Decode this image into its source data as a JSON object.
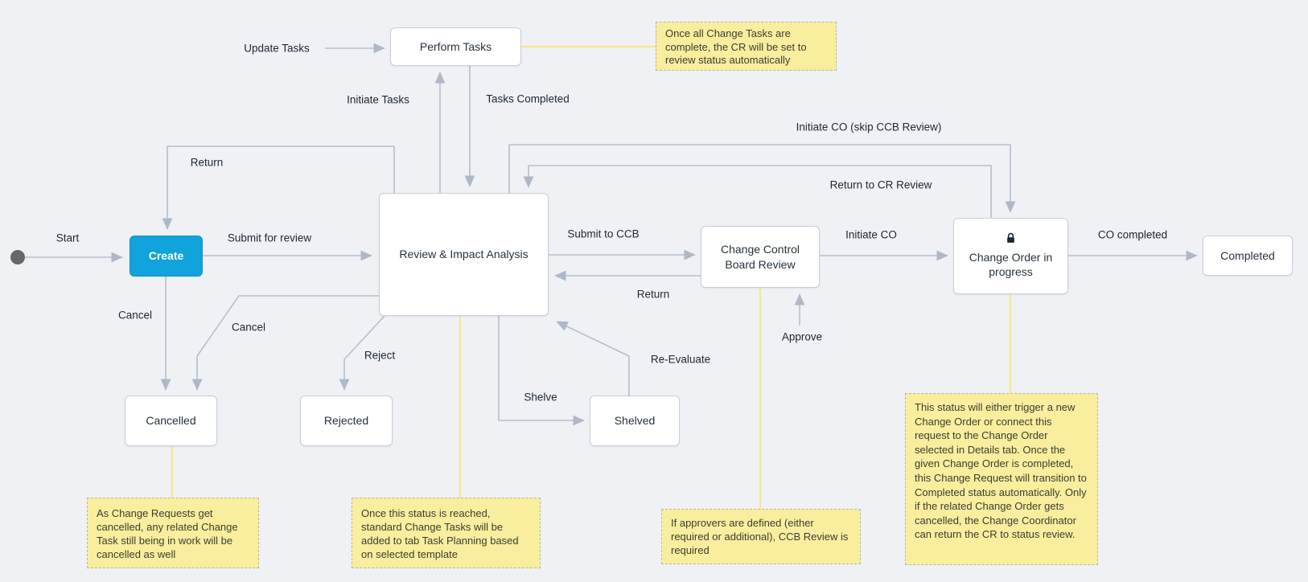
{
  "diagram_name": "change-request-workflow",
  "colors": {
    "background": "#eff1f4",
    "edge": "#b5bfcc",
    "node_fill": "#ffffff",
    "node_border": "#c8cfda",
    "node_text": "#26323e",
    "accent_node_fill": "#10a3dc",
    "note_fill": "#f8ee9e",
    "note_border": "#b6b7ae",
    "note_connector": "#f5e88d",
    "start_dot": "#676767"
  },
  "nodes": {
    "create": {
      "label": "Create"
    },
    "review": {
      "label": "Review & Impact Analysis"
    },
    "perform_tasks": {
      "label": "Perform Tasks"
    },
    "ccb_review": {
      "label": "Change Control Board Review"
    },
    "co_in_progress": {
      "label": "Change Order in progress",
      "icon": "lock-icon"
    },
    "completed": {
      "label": "Completed"
    },
    "cancelled": {
      "label": "Cancelled"
    },
    "rejected": {
      "label": "Rejected"
    },
    "shelved": {
      "label": "Shelved"
    }
  },
  "edge_labels": {
    "start": "Start",
    "submit_for_review": "Submit for review",
    "return_to_create": "Return",
    "initiate_tasks": "Initiate Tasks",
    "tasks_completed": "Tasks Completed",
    "update_tasks": "Update Tasks",
    "submit_to_ccb": "Submit to CCB",
    "return_from_ccb": "Return",
    "initiate_co": "Initiate CO",
    "co_completed": "CO completed",
    "initiate_co_skip": "Initiate CO (skip CCB Review)",
    "return_to_cr_review": "Return to CR Review",
    "approve": "Approve",
    "cancel_from_create": "Cancel",
    "cancel_from_review": "Cancel",
    "reject": "Reject",
    "shelve": "Shelve",
    "re_evaluate": "Re-Evaluate"
  },
  "notes": {
    "perform_tasks": "Once all Change Tasks are complete, the CR will be set to review status automatically",
    "cancelled": "As Change Requests get cancelled, any related Change Task still being in work will be cancelled as well",
    "review": "Once this status is reached, standard Change Tasks will be added to tab Task Planning based on selected template",
    "ccb": "If approvers are defined (either required or additional), CCB Review is required",
    "co": "This status will either trigger a new Change Order or connect this request to the Change Order selected in Details tab. Once the given Change Order is completed, this Change Request will transition to Completed status automatically. Only if the related Change Order gets cancelled, the Change Coordinator can return the CR to status review."
  }
}
